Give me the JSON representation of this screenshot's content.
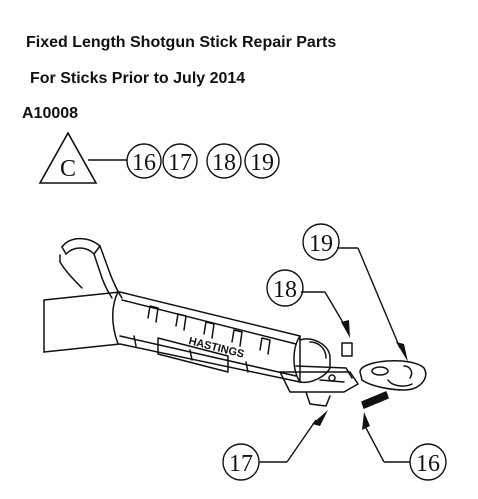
{
  "header": {
    "title": "Fixed Length Shotgun Stick Repair Parts",
    "subtitle": "For Sticks Prior to July 2014",
    "part_number": "A10008"
  },
  "legend": {
    "symbol_letter": "C",
    "parts": [
      "16",
      "17",
      "18",
      "19"
    ]
  },
  "diagram": {
    "brand_label": "HASTINGS",
    "callouts": [
      "19",
      "18",
      "17",
      "16"
    ]
  },
  "colors": {
    "ink": "#111111",
    "background": "#ffffff"
  }
}
